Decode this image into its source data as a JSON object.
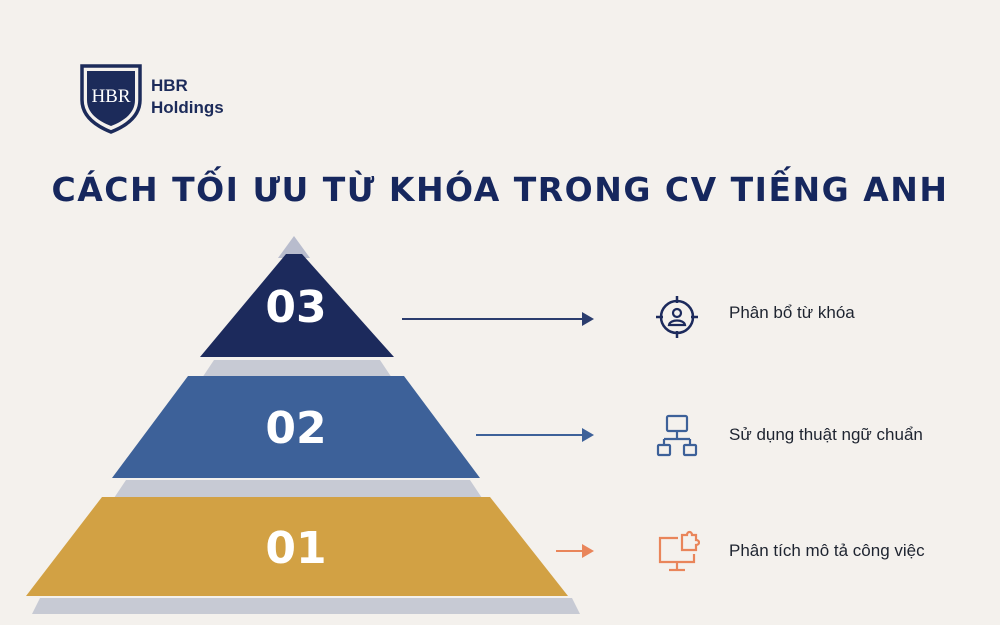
{
  "brand": {
    "monogram": "HBR",
    "line1": "HBR",
    "line2": "Holdings"
  },
  "title": "CÁCH TỐI ƯU TỪ KHÓA TRONG CV TIẾNG ANH",
  "levels": [
    {
      "number": "03",
      "label": "Phân bổ từ khóa",
      "color": "#1c2a5c",
      "icon": "target-user-icon",
      "arrow_color": "#2b3d6e"
    },
    {
      "number": "02",
      "label": "Sử dụng thuật ngữ chuẩn",
      "color": "#3d6199",
      "icon": "network-diagram-icon",
      "arrow_color": "#3d6199"
    },
    {
      "number": "01",
      "label": "Phân tích mô tả công việc",
      "color": "#d2a144",
      "icon": "monitor-puzzle-icon",
      "arrow_color": "#e9855a"
    }
  ]
}
